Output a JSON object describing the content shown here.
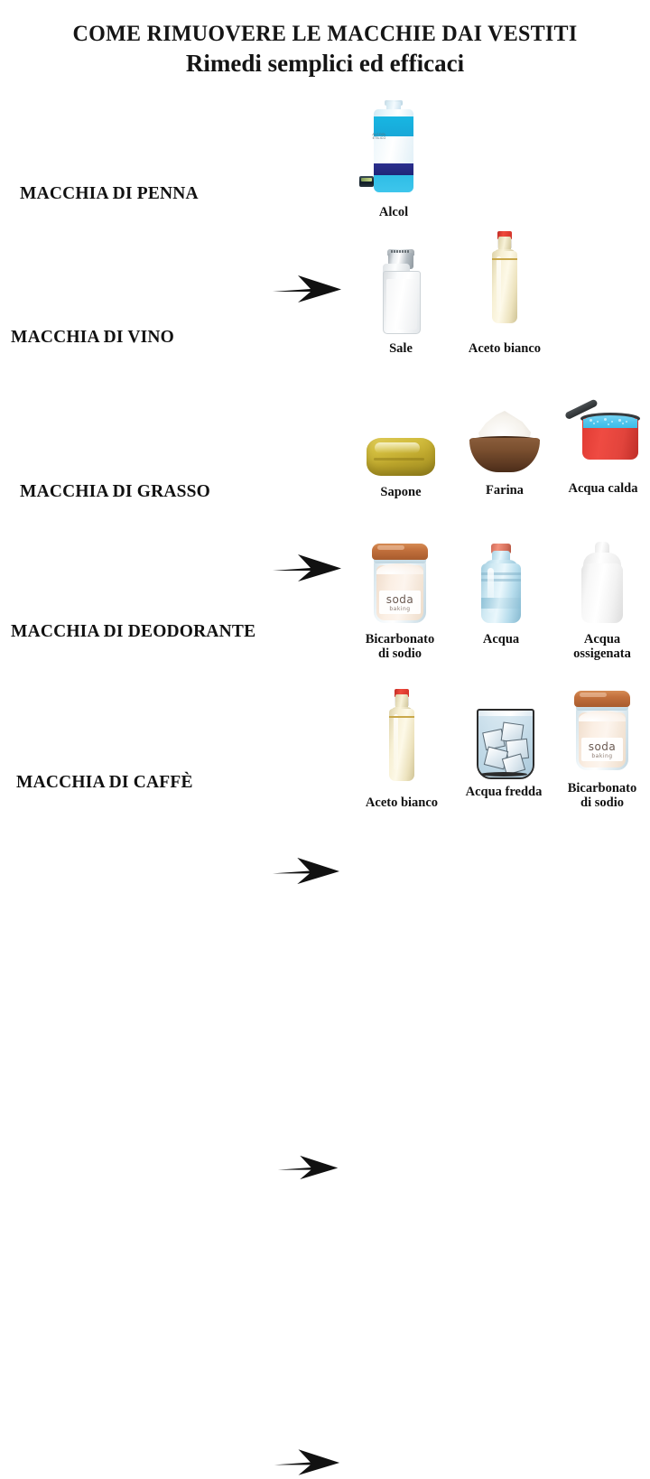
{
  "page": {
    "background": "#ffffff",
    "text_color": "#111111",
    "title_line_1": "COME RIMUOVERE LE MACCHIE DAI VESTITI",
    "title_line_2": "Rimedi semplici ed efficaci"
  },
  "arrow": {
    "icon": "right-arrow-icon",
    "color": "#111111"
  },
  "rows": [
    {
      "id": "penna",
      "stain_label": "MACCHIA DI PENNA",
      "remedies": [
        {
          "label": "Alcol",
          "icon": "alcohol-bottle-icon",
          "color": "#19a8d8"
        }
      ]
    },
    {
      "id": "vino",
      "stain_label": "MACCHIA DI VINO",
      "remedies": [
        {
          "label": "Sale",
          "icon": "salt-shaker-icon",
          "color": "#ffffff"
        },
        {
          "label": "Aceto bianco",
          "icon": "vinegar-bottle-icon",
          "color": "#f2e9c6"
        }
      ]
    },
    {
      "id": "grasso",
      "stain_label": "MACCHIA DI GRASSO",
      "remedies": [
        {
          "label": "Sapone",
          "icon": "soap-bar-icon",
          "color": "#cdb73a"
        },
        {
          "label": "Farina",
          "icon": "flour-bowl-icon",
          "color": "#6b4226"
        },
        {
          "label": "Acqua calda",
          "icon": "hot-water-pot-icon",
          "color": "#e03a33"
        }
      ]
    },
    {
      "id": "deodorante",
      "stain_label": "MACCHIA DI DEODORANTE",
      "remedies": [
        {
          "label": "Bicarbonato\ndi sodio",
          "icon": "baking-soda-jar-icon",
          "color": "#c2703c",
          "jar_text_main": "soda",
          "jar_text_sub": "baking"
        },
        {
          "label": "Acqua",
          "icon": "water-bottle-icon",
          "color": "#9fccdf"
        },
        {
          "label": "Acqua\nossigenata",
          "icon": "hydrogen-peroxide-bottle-icon",
          "color": "#ffffff"
        }
      ]
    },
    {
      "id": "caffe",
      "stain_label": "MACCHIA DI CAFFÈ",
      "remedies": [
        {
          "label": "Aceto bianco",
          "icon": "vinegar-bottle-icon",
          "color": "#f2e9c6"
        },
        {
          "label": "Acqua fredda",
          "icon": "ice-water-glass-icon",
          "color": "#bad6e6"
        },
        {
          "label": "Bicarbonato\ndi sodio",
          "icon": "baking-soda-jar-icon",
          "color": "#c2703c",
          "jar_text_main": "soda",
          "jar_text_sub": "baking"
        }
      ]
    }
  ]
}
